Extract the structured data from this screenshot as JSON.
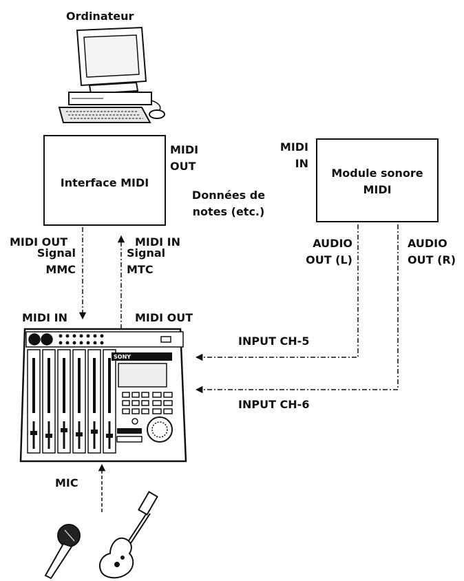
{
  "labels": {
    "computer": "Ordinateur",
    "interface": "Interface MIDI",
    "interface_midi_out": "MIDI\nOUT",
    "module": "Module sonore\nMIDI",
    "module_midi_in": "MIDI\nIN",
    "note_data": "Données de\nnotes (etc.)",
    "interface_out_bottom": "MIDI OUT",
    "interface_in_bottom": "MIDI IN",
    "signal_mmc": "Signal\nMMC",
    "signal_mtc": "Signal\nMTC",
    "recorder_midi_in": "MIDI IN",
    "recorder_midi_out": "MIDI OUT",
    "audio_out_l": "AUDIO\nOUT (L)",
    "audio_out_r": "AUDIO\nOUT (R)",
    "input_ch5": "INPUT CH-5",
    "input_ch6": "INPUT CH-6",
    "mic": "MIC",
    "recorder_brand": "SONY"
  },
  "icons": {
    "computer": "computer-icon",
    "recorder": "multitrack-recorder-icon",
    "microphone": "microphone-icon",
    "guitar": "electric-guitar-icon"
  }
}
